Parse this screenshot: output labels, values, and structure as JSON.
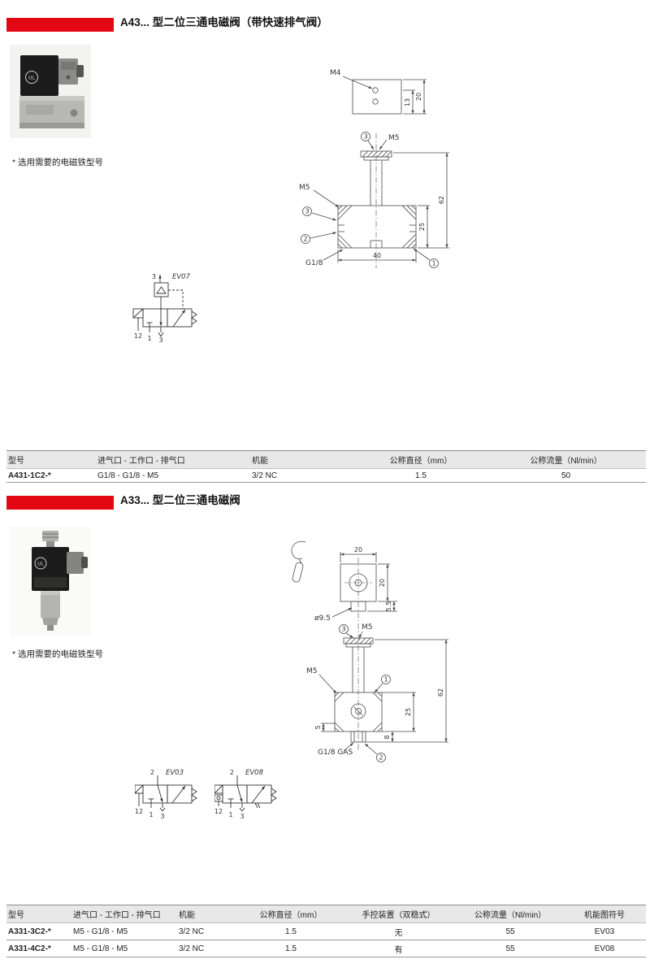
{
  "colors": {
    "accent_red": "#e30613",
    "table_header_bg": "#e8e8e8"
  },
  "section_a43": {
    "title": "A43... 型二位三通电磁阀（带快速排气阀）",
    "note": "* 选用需要的电磁铁型号",
    "photo": {
      "ul_mark": "UL"
    },
    "drawing": {
      "bracket_thread": "M4",
      "bracket_dim_inner": "13",
      "bracket_dim_outer": "20",
      "top_thread": "M5",
      "side_thread": "M5",
      "port1": "1",
      "port2": "2",
      "port3": "3",
      "bottom_thread": "G1/8",
      "dim_total_height": "62",
      "dim_body_height": "25",
      "dim_body_width": "40"
    },
    "symbol": {
      "code": "EV07",
      "exhaust_top": "3",
      "pilot": "12",
      "port_in": "1",
      "port_exh": "3"
    },
    "table": {
      "headers": [
        "型号",
        "进气口 - 工作口 - 排气口",
        "机能",
        "公称直径（mm）",
        "公称流量（Nl/min）"
      ],
      "rows": [
        {
          "model": "A431-1C2-*",
          "ports": "G1/8 - G1/8 - M5",
          "function": "3/2 NC",
          "diameter": "1.5",
          "flow": "50"
        }
      ]
    }
  },
  "section_a33": {
    "title": "A33... 型二位三通电磁阀",
    "note": "* 选用需要的电磁铁型号",
    "photo": {
      "ul_mark": "UL"
    },
    "drawing": {
      "dim_top_width": "20",
      "dim_top_height": "20",
      "dim_flange_dia": "ø9.5",
      "dim_flange_height": "5.5",
      "top_thread": "M5",
      "side_thread": "M5",
      "port1": "1",
      "port2": "2",
      "port3": "3",
      "dim_port_offset": "5",
      "dim_fitting": "8",
      "dim_body_height": "25",
      "dim_total_height": "62",
      "bottom_thread": "G1/8 GAS"
    },
    "symbols": [
      {
        "code": "EV03",
        "port_out": "2",
        "pilot": "12",
        "port_in": "1",
        "port_exh": "3"
      },
      {
        "code": "EV08",
        "port_out": "2",
        "pilot": "12",
        "port_in": "1",
        "port_exh": "3"
      }
    ],
    "table": {
      "headers": [
        "型号",
        "进气口 - 工作口 - 排气口",
        "机能",
        "公称直径（mm）",
        "手控装置（双稳式）",
        "公称流量（Nl/min）",
        "机能图符号"
      ],
      "rows": [
        {
          "model": "A331-3C2-*",
          "ports": "M5 - G1/8 - M5",
          "function": "3/2 NC",
          "diameter": "1.5",
          "manual": "无",
          "flow": "55",
          "symbol": "EV03"
        },
        {
          "model": "A331-4C2-*",
          "ports": "M5 - G1/8 - M5",
          "function": "3/2 NC",
          "diameter": "1.5",
          "manual": "有",
          "flow": "55",
          "symbol": "EV08"
        }
      ]
    }
  }
}
